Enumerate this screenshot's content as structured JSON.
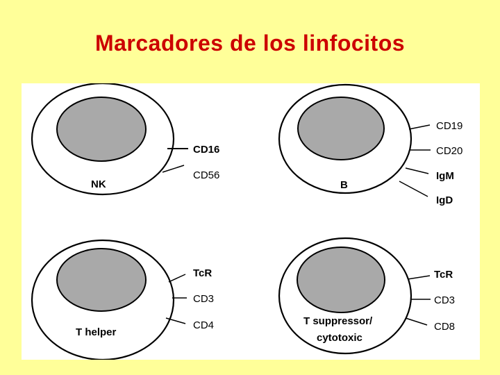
{
  "title": "Marcadores de los linfocitos",
  "colors": {
    "background": "#FFFF99",
    "title": "#CC0000",
    "figure_background": "#FFFFFF",
    "nucleus": "#A9A9A9",
    "outline": "#000000"
  },
  "cells": [
    {
      "name": "NK",
      "markers": [
        {
          "label": "CD16",
          "bold": true
        },
        {
          "label": "CD56",
          "bold": false
        }
      ]
    },
    {
      "name": "B",
      "markers": [
        {
          "label": "CD19",
          "bold": false
        },
        {
          "label": "CD20",
          "bold": false
        },
        {
          "label": "IgM",
          "bold": true
        },
        {
          "label": "IgD",
          "bold": true
        }
      ]
    },
    {
      "name": "T helper",
      "markers": [
        {
          "label": "TcR",
          "bold": true
        },
        {
          "label": "CD3",
          "bold": false
        },
        {
          "label": "CD4",
          "bold": false
        }
      ]
    },
    {
      "name_line1": "T suppressor/",
      "name_line2": "cytotoxic",
      "markers": [
        {
          "label": "TcR",
          "bold": true
        },
        {
          "label": "CD3",
          "bold": false
        },
        {
          "label": "CD8",
          "bold": false
        }
      ]
    }
  ]
}
